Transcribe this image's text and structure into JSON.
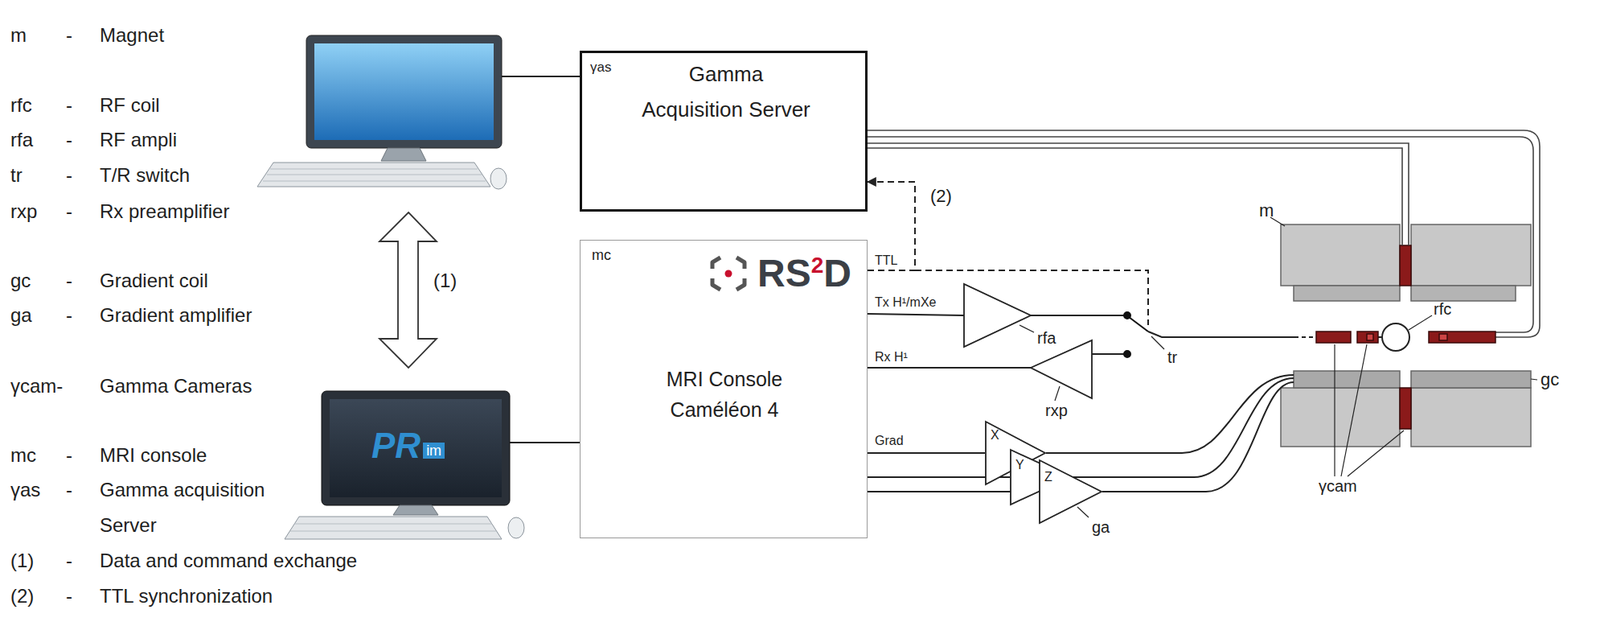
{
  "diagram": {
    "nodes": [
      {
        "text": [
          "γas",
          "Gamma Acquisition Server"
        ]
      },
      {
        "text": [
          "mc",
          "MRI Console Caméléon 4"
        ]
      },
      {
        "text": [
          "X"
        ]
      },
      {
        "text": [
          "Y"
        ]
      },
      {
        "text": [
          "Z"
        ]
      }
    ],
    "edges": [
      {
        "from": 1,
        "to": 0,
        "arrow": "to",
        "label": "(2)"
      },
      {
        "from": 1,
        "to": 2,
        "arrow": "none"
      },
      {
        "from": 1,
        "to": 3,
        "arrow": "none"
      },
      {
        "from": 1,
        "to": 4,
        "arrow": "none"
      }
    ],
    "labels": [
      "m",
      "-",
      "Magnet",
      "rfc",
      "-",
      "RF coil",
      "rfa",
      "-",
      "RF ampli",
      "tr",
      "-",
      "T/R switch",
      "rxp",
      "-",
      "Rx preamplifier",
      "gc",
      "-",
      "Gradient coil",
      "ga",
      "-",
      "Gradient amplifier",
      "γcam-",
      "Gamma Cameras",
      "mc",
      "-",
      "MRI console",
      "γas",
      "-",
      "Gamma acquisition Server",
      "(1)",
      "-",
      "Data and command exchange",
      "(2)",
      "-",
      "TTL synchronization",
      "(1)",
      "RS",
      "2",
      "D",
      "TTL",
      "Tx H¹/mXe",
      "Rx H¹",
      "Grad",
      "rfa",
      "tr",
      "rxp",
      "ga",
      "m",
      "rfc",
      "gc",
      "γcam",
      "PR",
      "im"
    ]
  }
}
